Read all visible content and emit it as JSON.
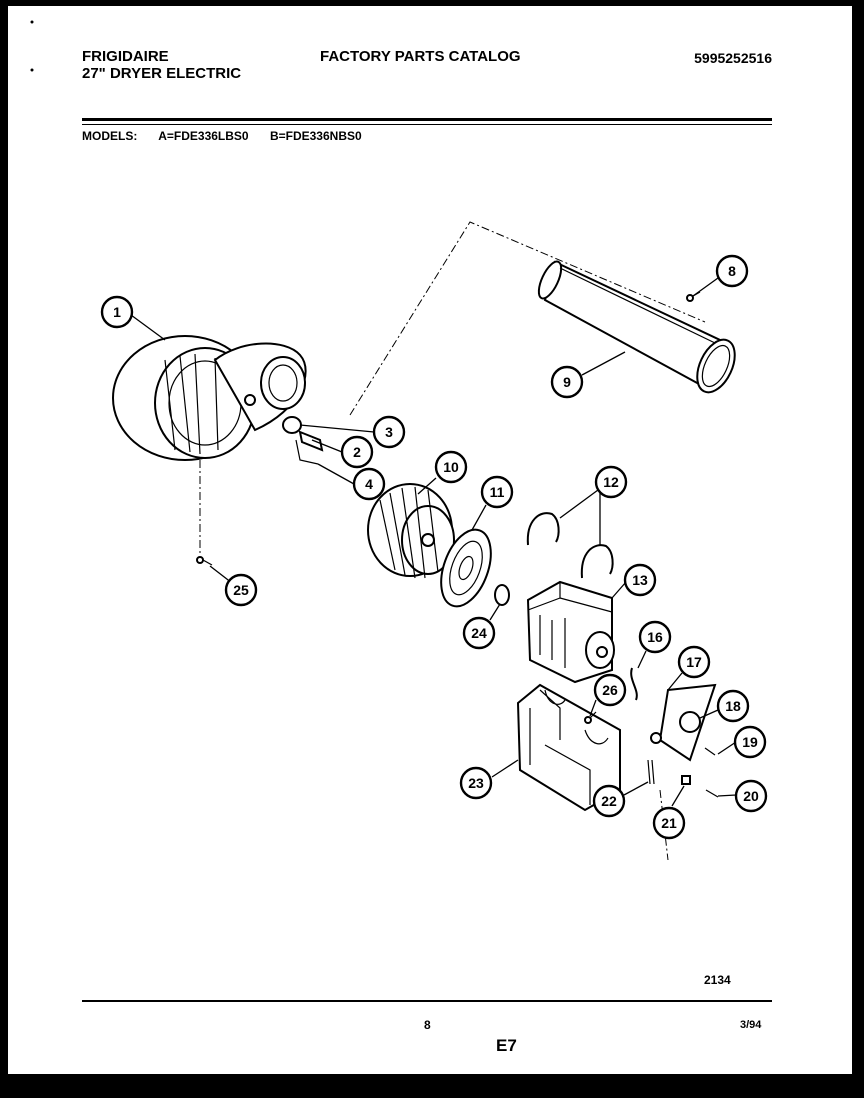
{
  "header": {
    "brand": "FRIGIDAIRE",
    "product": "27\" DRYER ELECTRIC",
    "catalog_title": "FACTORY PARTS CATALOG",
    "catalog_number": "5995252516"
  },
  "models": {
    "label": "MODELS:",
    "model_a": "A=FDE336LBS0",
    "model_b": "B=FDE336NBS0"
  },
  "footer": {
    "figure_number": "2134",
    "page_number": "8",
    "section": "E7",
    "date": "3/94"
  },
  "callouts": [
    "1",
    "2",
    "3",
    "4",
    "8",
    "9",
    "10",
    "11",
    "12",
    "13",
    "16",
    "17",
    "18",
    "19",
    "20",
    "21",
    "22",
    "23",
    "24",
    "25",
    "26"
  ]
}
